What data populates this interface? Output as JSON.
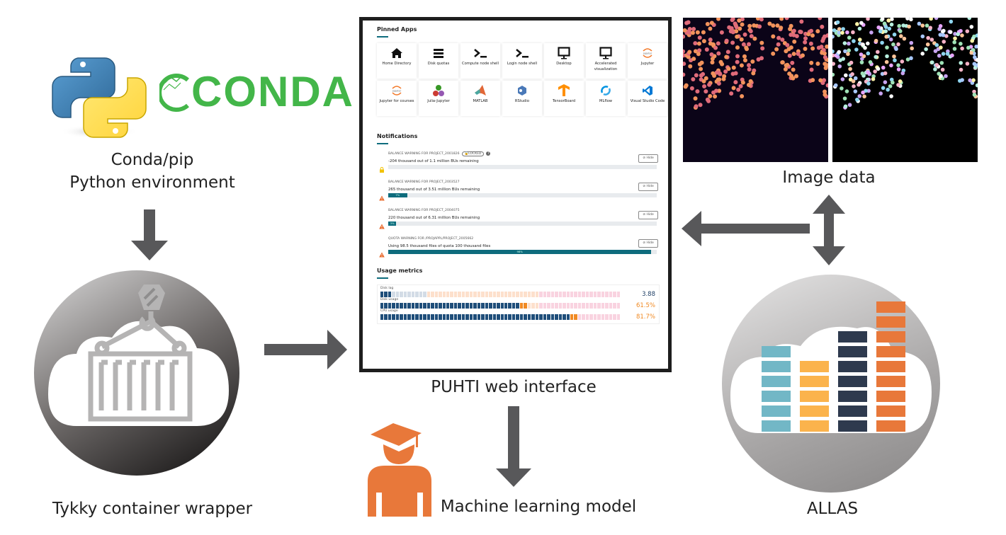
{
  "diagram": {
    "nodes": {
      "python_env": {
        "logo_text": "CONDA",
        "label_line1": "Conda/pip",
        "label_line2": "Python environment"
      },
      "tykky": {
        "label": "Tykky container wrapper"
      },
      "web": {
        "label": "PUHTI web interface"
      },
      "image_data": {
        "label": "Image data"
      },
      "allas": {
        "label": "ALLAS"
      },
      "ml_model": {
        "label": "Machine learning model"
      }
    },
    "edges": [
      {
        "from": "python_env",
        "to": "tykky",
        "direction": "down"
      },
      {
        "from": "tykky",
        "to": "web",
        "direction": "right"
      },
      {
        "from": "image_data",
        "to": "web",
        "direction": "left"
      },
      {
        "from": "image_data",
        "to": "allas",
        "direction": "bidirectional-vertical"
      },
      {
        "from": "web",
        "to": "ml_model",
        "direction": "down"
      }
    ]
  },
  "web_interface": {
    "pinned_apps": {
      "title": "Pinned Apps",
      "apps": [
        {
          "label": "Home Directory",
          "icon": "home-icon"
        },
        {
          "label": "Disk quotas",
          "icon": "server-icon"
        },
        {
          "label": "Compute node shell",
          "icon": "terminal-icon"
        },
        {
          "label": "Login node shell",
          "icon": "terminal-icon"
        },
        {
          "label": "Desktop",
          "icon": "monitor-icon"
        },
        {
          "label": "Accelerated visualization",
          "icon": "monitor-icon"
        },
        {
          "label": "Jupyter",
          "icon": "jupyter-icon"
        },
        {
          "label": "Jupyter for courses",
          "icon": "jupyter-icon"
        },
        {
          "label": "Julia-Jupyter",
          "icon": "julia-icon"
        },
        {
          "label": "MATLAB",
          "icon": "matlab-icon"
        },
        {
          "label": "RStudio",
          "icon": "rstudio-icon"
        },
        {
          "label": "TensorBoard",
          "icon": "tensorflow-icon"
        },
        {
          "label": "MLflow",
          "icon": "mlflow-icon"
        },
        {
          "label": "Visual Studio Code",
          "icon": "vscode-icon"
        }
      ]
    },
    "notifications": {
      "title": "Notifications",
      "items": [
        {
          "heading": "BALANCE WARNING FOR PROJECT_2001826",
          "badge": "🔒LOCKED",
          "help": "?",
          "message": "-204 thousand out of 1.1 million BUs remaining",
          "progress_pct": 0,
          "progress_label": "",
          "icon": "lock-icon",
          "hide_label": "⊘ Hide"
        },
        {
          "heading": "BALANCE WARNING FOR PROJECT_2003527",
          "message": "265 thousand out of 3.51 million BUs remaining",
          "progress_pct": 7,
          "progress_label": "7%",
          "icon": "warning-icon",
          "hide_label": "⊘ Hide"
        },
        {
          "heading": "BALANCE WARNING FOR PROJECT_2004075",
          "message": "220 thousand out of 6.31 million BUs remaining",
          "progress_pct": 3,
          "progress_label": "3%",
          "icon": "warning-icon",
          "hide_label": "⊘ Hide"
        },
        {
          "heading": "QUOTA WARNING FOR /PROJAPPL/PROJECT_2005662",
          "message": "Using 98.5 thousand files of quota 100 thousand files",
          "progress_pct": 98,
          "progress_label": "98%",
          "icon": "warning-icon",
          "hide_label": "⊘ Hide"
        }
      ]
    },
    "usage_metrics": {
      "title": "Usage metrics",
      "metrics": [
        {
          "label": "Disk lag",
          "value": "3.88",
          "fill_fraction": 0.05,
          "value_color": "#1f3f66"
        },
        {
          "label": "Disk usage",
          "value": "61.5%",
          "fill_fraction": 0.615,
          "value_color": "#f08a24"
        },
        {
          "label": "CPU usage",
          "value": "81.7%",
          "fill_fraction": 0.817,
          "value_color": "#f08a24"
        }
      ]
    }
  },
  "colors": {
    "arrow": "#58585a",
    "conda_green": "#43b649",
    "teal": "#0e6c7d",
    "student_orange": "#e8783a",
    "allas_blue": "#72b7c6",
    "allas_yellow": "#fbb34c",
    "allas_navy": "#2e3a4e",
    "allas_orange": "#e8783a"
  }
}
